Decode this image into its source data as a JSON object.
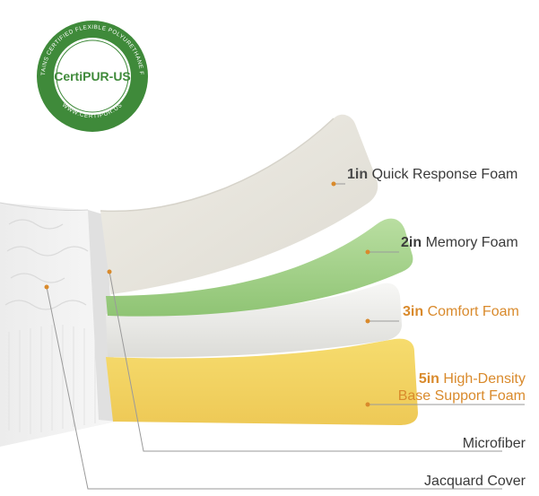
{
  "badge": {
    "logo_text": "CertiPUR-US",
    "arc_text": "CONTAINS CERTIFIED FLEXIBLE POLYURETHANE FOAM",
    "bottom_text": "WWW.CERTIPUR.US",
    "ring_color": "#3f8a3a"
  },
  "layers": [
    {
      "thickness": "1in",
      "name": "Quick Response Foam",
      "color": "#e9e7e0",
      "accent": "#6a6a6a"
    },
    {
      "thickness": "2in",
      "name": "Memory Foam",
      "color": "#a9d48f",
      "accent": "#3a3a3a"
    },
    {
      "thickness": "3in",
      "name": "Comfort Foam",
      "color": "#eeeeec",
      "accent": "#d98a2c"
    },
    {
      "thickness": "5in",
      "name_line1": "High-Density",
      "name_line2": "Base Support Foam",
      "color": "#f2d66b",
      "accent": "#d98a2c"
    }
  ],
  "cover": {
    "microfiber": "Microfiber",
    "jacquard": "Jacquard Cover"
  }
}
